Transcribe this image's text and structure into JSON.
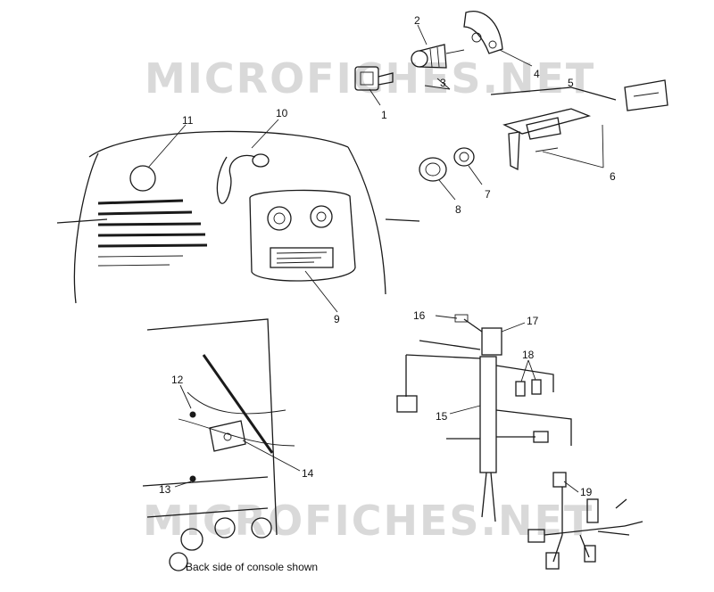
{
  "watermark": "MICROFICHES.NET",
  "caption": "Back side of console shown",
  "callouts": [
    "1",
    "2",
    "3",
    "4",
    "5",
    "6",
    "7",
    "8",
    "9",
    "10",
    "11",
    "12",
    "13",
    "14",
    "15",
    "16",
    "17",
    "18",
    "19"
  ]
}
